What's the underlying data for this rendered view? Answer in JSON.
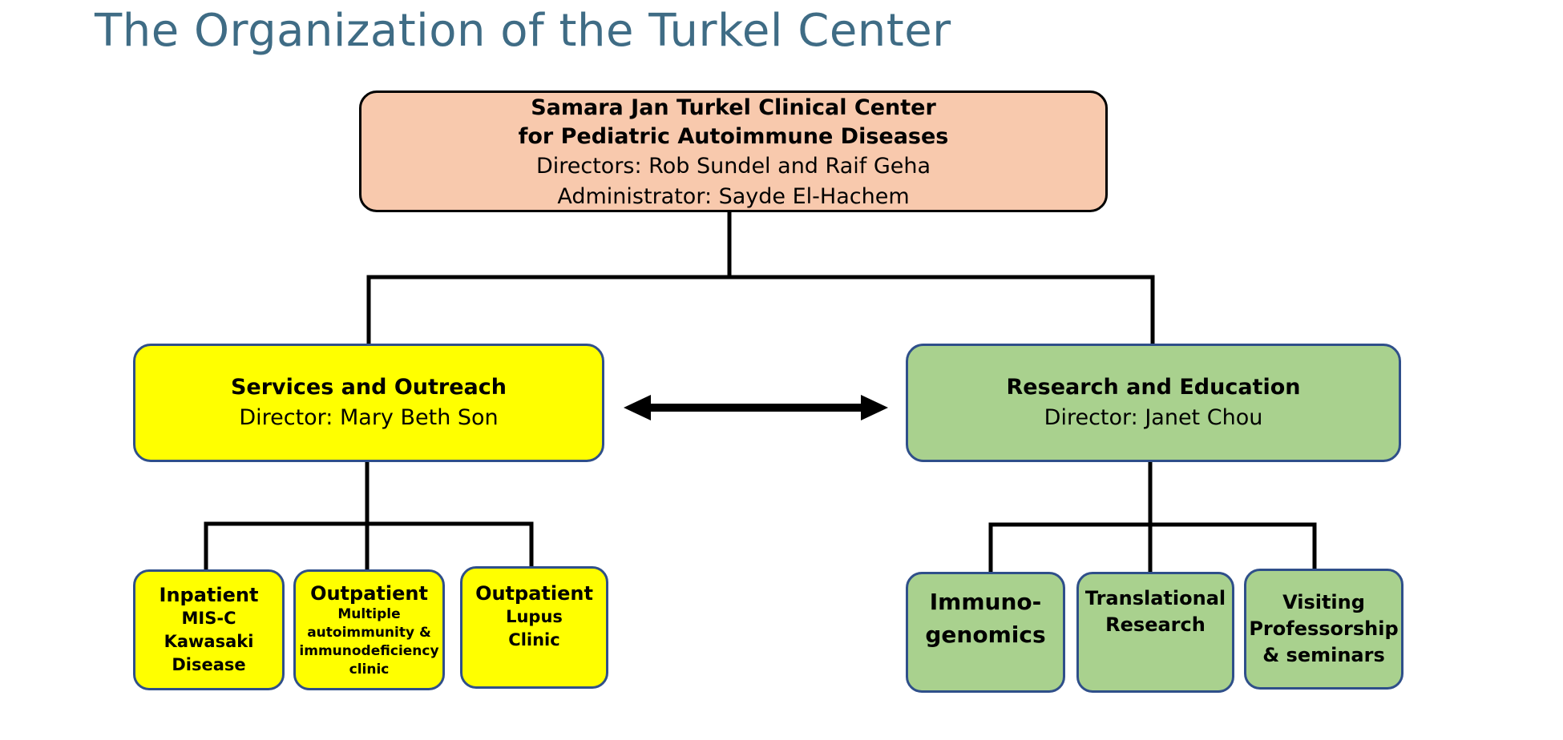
{
  "page": {
    "title": "The Organization of the Turkel Center"
  },
  "top_node": {
    "line1": "Samara Jan Turkel Clinical Center",
    "line2": "for Pediatric Autoimmune Diseases",
    "line3": "Directors: Rob Sundel and Raif Geha",
    "line4": "Administrator: Sayde El-Hachem",
    "color": "#f8c9ad"
  },
  "services": {
    "title": "Services and Outreach",
    "director": "Director: Mary Beth Son",
    "color": "#ffff00",
    "children": [
      {
        "title": "Inpatient",
        "lines": [
          "MIS-C",
          "Kawasaki",
          "Disease"
        ]
      },
      {
        "title": "Outpatient",
        "lines": [
          "Multiple",
          "autoimmunity &",
          "immunodeficiency",
          "clinic"
        ]
      },
      {
        "title": "Outpatient",
        "lines": [
          "Lupus",
          "Clinic"
        ]
      }
    ]
  },
  "research": {
    "title": "Research and Education",
    "director": "Director: Janet Chou",
    "color": "#a9d18e",
    "children": [
      {
        "lines": [
          "Immuno-",
          "genomics"
        ]
      },
      {
        "lines": [
          "Translational",
          "Research"
        ]
      },
      {
        "lines": [
          "Visiting",
          "Professorship",
          "& seminars"
        ]
      }
    ]
  },
  "colors": {
    "title": "#3f6c85",
    "box_border": "#2f4f8a",
    "connector": "#000000"
  }
}
